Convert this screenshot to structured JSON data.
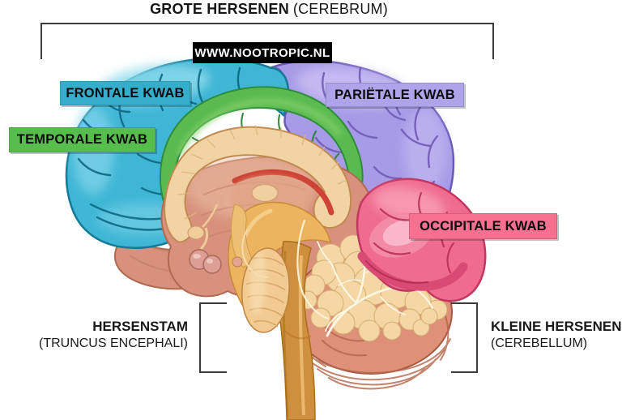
{
  "title": {
    "bold": "GROTE HERSENEN",
    "regular": "(CEREBRUM)"
  },
  "watermark": {
    "text": "WWW.NOOTROPIC.NL",
    "bg": "#000000",
    "color": "#ffffff"
  },
  "labels": {
    "frontale": {
      "text": "FRONTALE KWAB",
      "bg": "#35AECB"
    },
    "temporale": {
      "text": "TEMPORALE KWAB",
      "bg": "#57BD4D"
    },
    "parietale": {
      "text": "PARIËTALE KWAB",
      "bg": "#AFA3EA"
    },
    "occipitale": {
      "text": "OCCIPITALE KWAB",
      "bg": "#F8708F"
    }
  },
  "captions": {
    "brainstem": {
      "line1": "HERSENSTAM",
      "line2": "(TRUNCUS ENCEPHALI)"
    },
    "cerebellum": {
      "line1": "KLEINE HERSENEN",
      "line2": "(CEREBELLUM)"
    }
  },
  "colors": {
    "frontal": "#3FB6D6",
    "parietal": "#A79BE7",
    "temporal": "#5ABA50",
    "occipital": "#EF6C90",
    "inner": "#D8917C",
    "corpus": "#F2D4A4",
    "midbrain_gold": "#ECB45F",
    "cord_gold": "#CE8F3E",
    "pons": "#F2CB92",
    "cerebellum": "#DD9178",
    "arbor": "#F4D7A4",
    "red_arc": "#CE4335"
  }
}
